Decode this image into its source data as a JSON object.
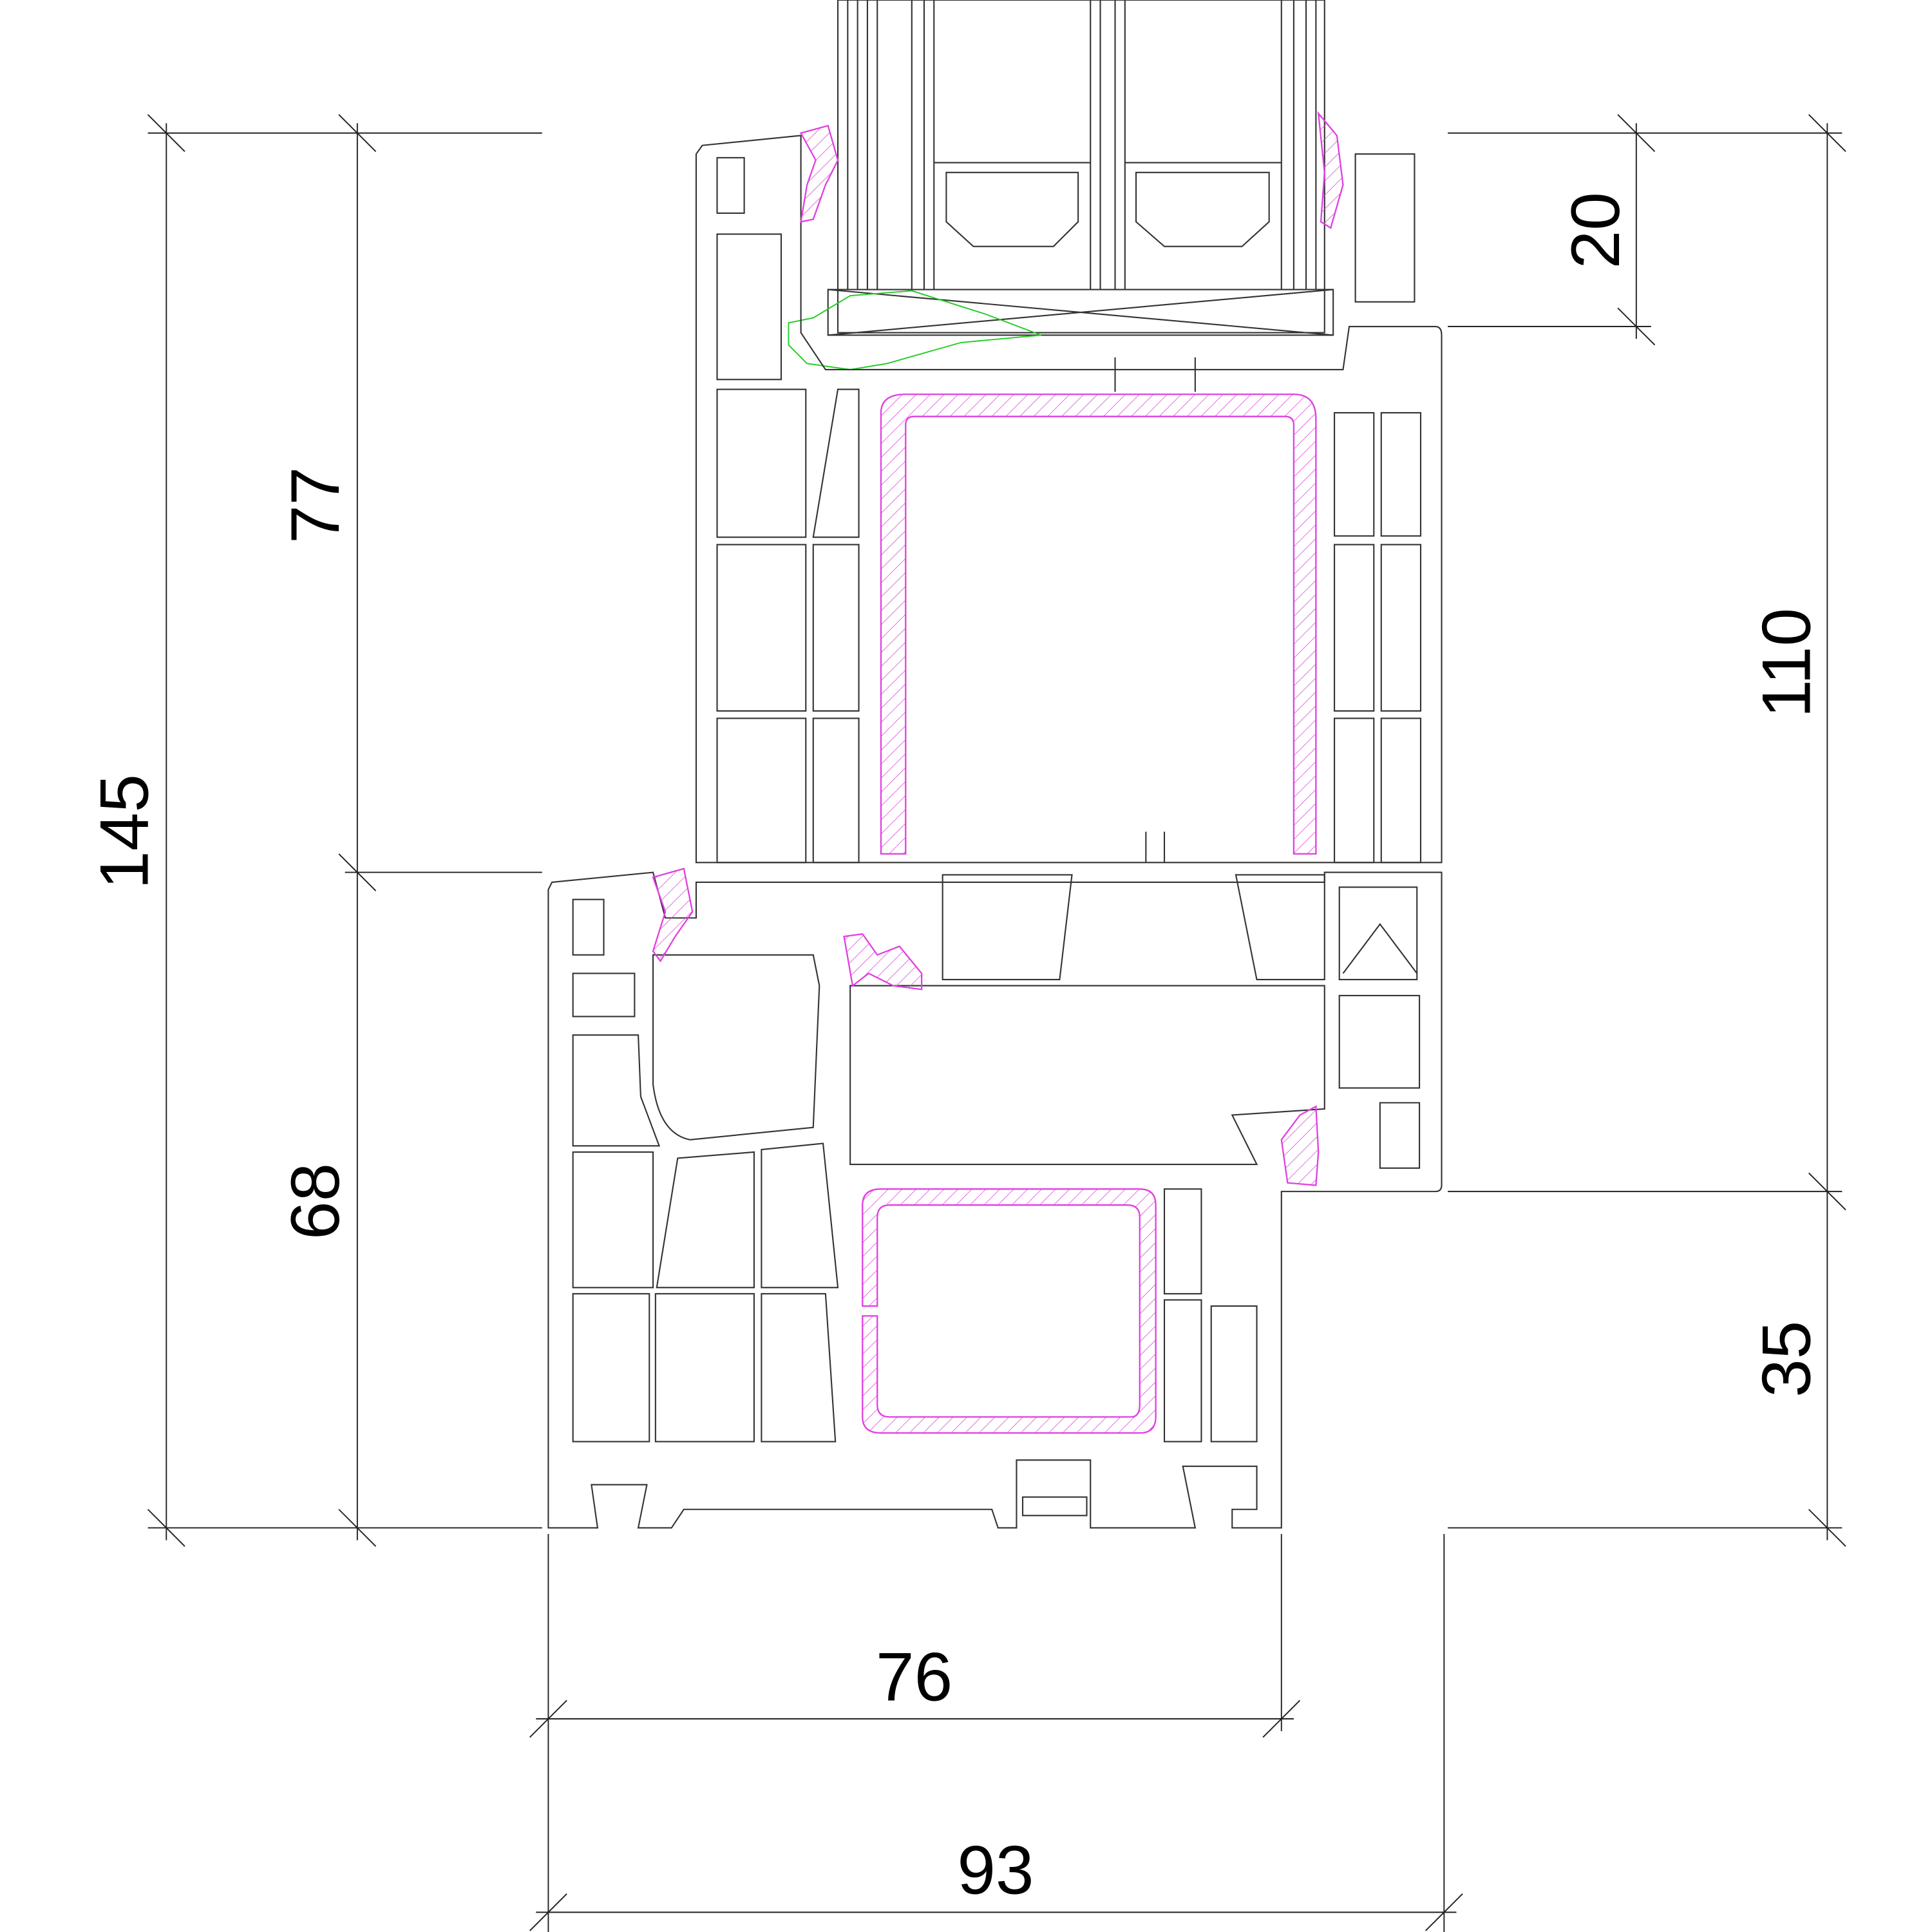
{
  "drawing": {
    "title": "Window frame and sash profile cross-section",
    "dimensions": {
      "total_height": "145",
      "sash_height": "77",
      "frame_height": "68",
      "glazing_rebate": "20",
      "sash_overall": "110",
      "frame_visible": "35",
      "frame_depth": "76",
      "total_depth": "93"
    },
    "colors": {
      "profile": "#333333",
      "reinforcement": "#e040e0",
      "glazing_bead_seal": "#22cc22"
    }
  }
}
